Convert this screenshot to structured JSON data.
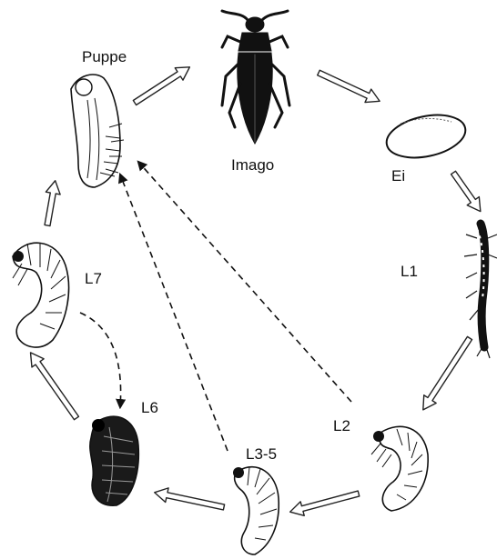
{
  "colors": {
    "ink": "#111111",
    "paper": "#ffffff",
    "arrow_fill": "#ffffff",
    "arrow_stroke": "#222222"
  },
  "labels": {
    "puppe": "Puppe",
    "imago": "Imago",
    "ei": "Ei",
    "l1": "L1",
    "l2": "L2",
    "l3_5": "L3-5",
    "l6": "L6",
    "l7": "L7"
  },
  "icons": {
    "puppe": "pupa-icon",
    "imago": "beetle-icon",
    "ei": "egg-icon",
    "l1": "larva-l1-icon",
    "l2": "larva-l2-icon",
    "l3_5": "larva-l3-5-icon",
    "l6": "larva-l6-icon",
    "l7": "larva-l7-icon"
  }
}
